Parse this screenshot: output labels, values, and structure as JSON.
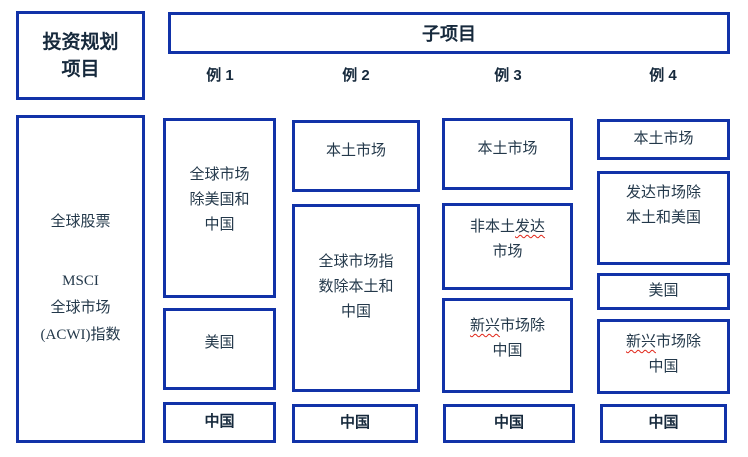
{
  "palette": {
    "border": "#1132a8",
    "text": "#23384a",
    "bold_text": "#16293c",
    "squiggle": "#e02417"
  },
  "program_box": {
    "label": "投资规划\n项目"
  },
  "subproject_box": {
    "label": "子项目"
  },
  "column_headers": [
    {
      "label": "例 1"
    },
    {
      "label": "例 2"
    },
    {
      "label": "例 3"
    },
    {
      "label": "例 4"
    }
  ],
  "benchmark_box": {
    "line1": "全球股票",
    "line2": "MSCI\n全球市场\n(ACWI)指数"
  },
  "columns": [
    {
      "boxes": [
        {
          "text": "全球市场\n除美国和\n中国"
        },
        {
          "text": "美国"
        },
        {
          "text": "中国"
        }
      ]
    },
    {
      "boxes": [
        {
          "text": "本土市场"
        },
        {
          "text": "全球市场指\n数除本土和\n中国"
        },
        {
          "text": "中国"
        }
      ]
    },
    {
      "boxes": [
        {
          "text": "本土市场"
        },
        {
          "pre": "非本土",
          "squiggle": "发达",
          "post": "\n市场"
        },
        {
          "squiggle": "新兴",
          "post": "市场除\n中国"
        },
        {
          "text": "中国"
        }
      ]
    },
    {
      "boxes": [
        {
          "text": "本土市场"
        },
        {
          "text": "发达市场除\n本土和美国"
        },
        {
          "text": "美国"
        },
        {
          "squiggle": "新兴",
          "post": "市场除\n中国"
        },
        {
          "text": "中国"
        }
      ]
    }
  ]
}
